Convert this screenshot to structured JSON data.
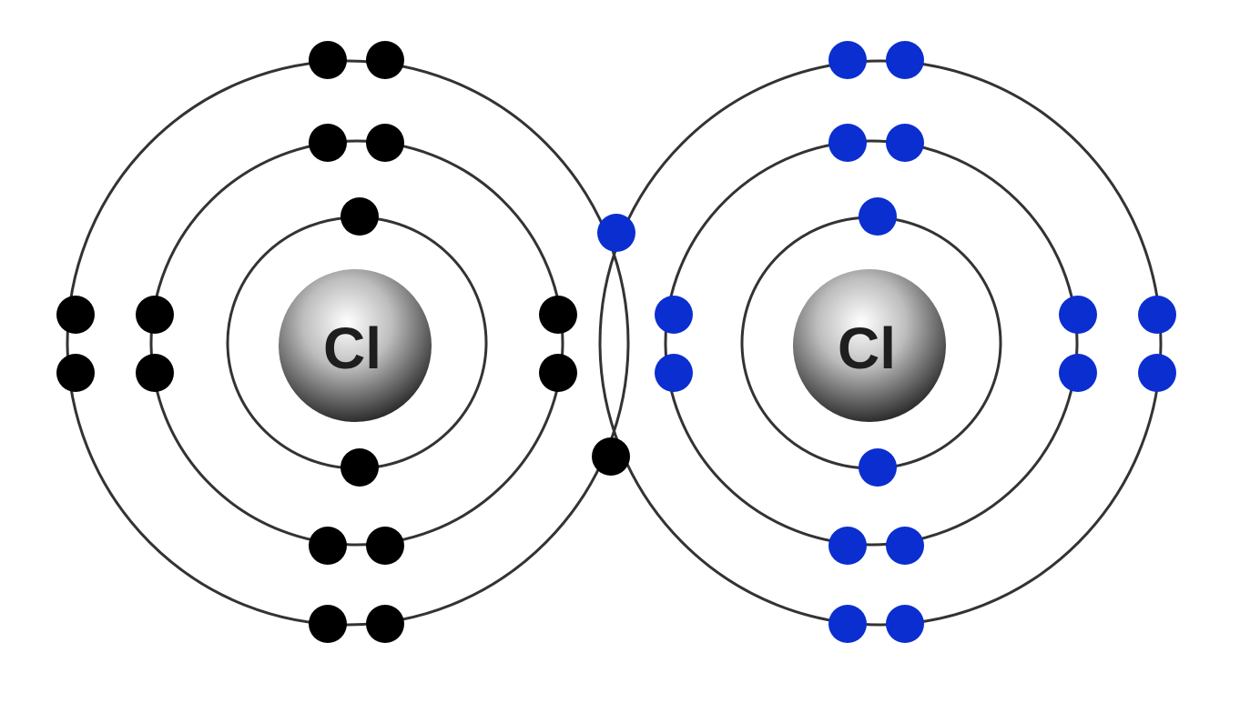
{
  "diagram": {
    "type": "electron-dot",
    "colors": {
      "left_electrons": "#000000",
      "right_electrons": "#0a2ecf",
      "orbit": "#333333",
      "nucleus_light": "#ffffff",
      "nucleus_dark": "#3a3a3a"
    },
    "atoms": [
      {
        "symbol": "Cl",
        "electron_color": "black",
        "shells": [
          {
            "shell": 1,
            "electrons": 2
          },
          {
            "shell": 2,
            "electrons": 8
          },
          {
            "shell": 3,
            "electrons": 7
          }
        ]
      },
      {
        "symbol": "Cl",
        "electron_color": "blue",
        "shells": [
          {
            "shell": 1,
            "electrons": 2
          },
          {
            "shell": 2,
            "electrons": 8
          },
          {
            "shell": 3,
            "electrons": 7
          }
        ]
      }
    ],
    "shared_pair": {
      "electrons": 2,
      "colors": [
        "blue",
        "black"
      ]
    }
  }
}
